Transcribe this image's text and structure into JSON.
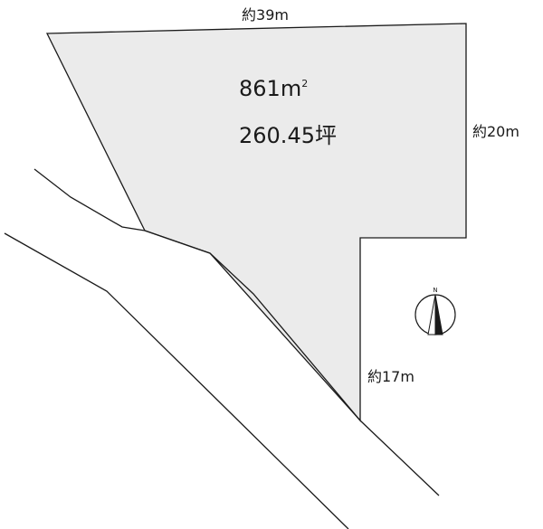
{
  "plot": {
    "area_sqm_number": "861",
    "area_sqm_unit": "m",
    "area_sqm_superscript": "2",
    "area_tsubo": "260.45坪",
    "fill_color": "#ebebeb",
    "line_color": "#1a1a1a"
  },
  "dimensions": {
    "top": "約39m",
    "right": "約20m",
    "lower_right": "約17m"
  },
  "compass": {
    "north_label": "N",
    "icon": "north-arrow-icon"
  }
}
